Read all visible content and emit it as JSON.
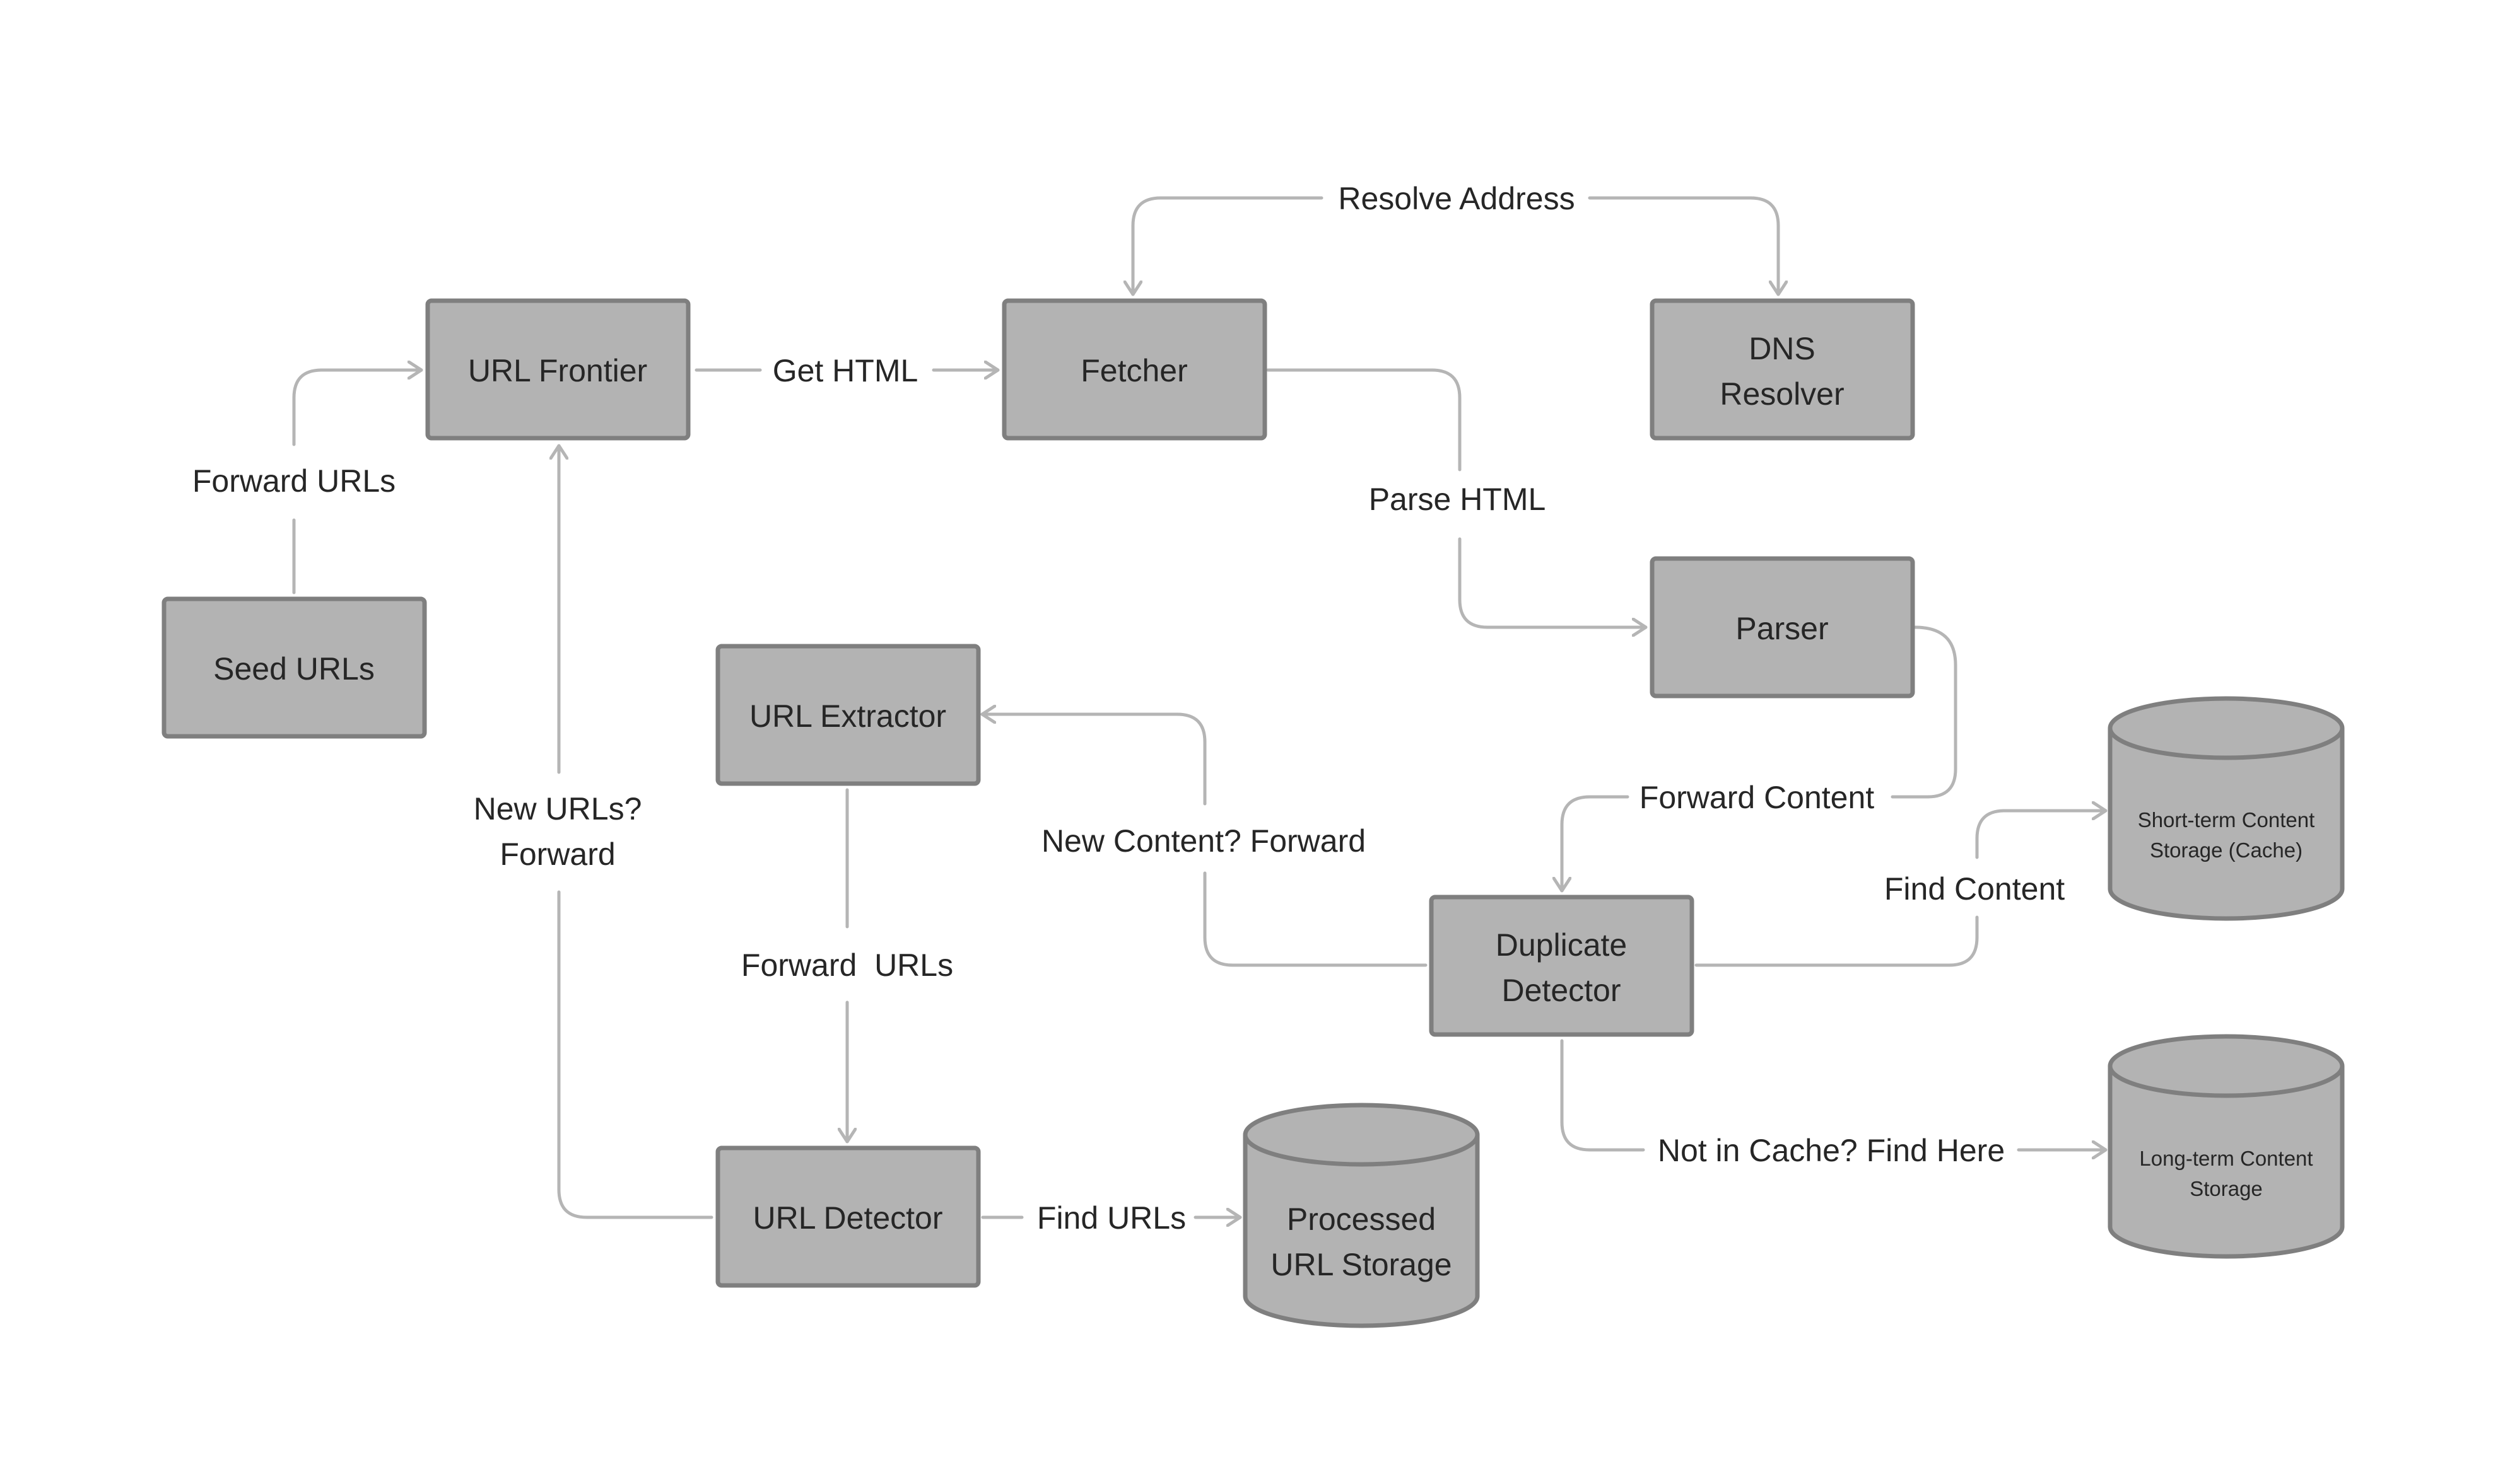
{
  "colors": {
    "node_fill": "#b3b3b3",
    "node_stroke": "#7f7f7f",
    "edge": "#b5b5b5",
    "text": "#262626",
    "background": "#ffffff"
  },
  "nodes": {
    "url_frontier": {
      "label": "URL Frontier"
    },
    "fetcher": {
      "label": "Fetcher"
    },
    "dns_resolver": {
      "line1": "DNS",
      "line2": "Resolver"
    },
    "seed_urls": {
      "label": "Seed URLs"
    },
    "parser": {
      "label": "Parser"
    },
    "url_extractor": {
      "label": "URL Extractor"
    },
    "duplicate_detector": {
      "line1": "Duplicate",
      "line2": "Detector"
    },
    "url_detector": {
      "label": "URL Detector"
    },
    "processed_url_storage": {
      "line1": "Processed",
      "line2": "URL Storage"
    },
    "short_term_storage": {
      "line1": "Short-term Content",
      "line2": "Storage (Cache)"
    },
    "long_term_storage": {
      "line1": "Long-term Content",
      "line2": "Storage"
    }
  },
  "edges": {
    "resolve_address": "Resolve Address",
    "get_html": "Get HTML",
    "forward_urls_seed": "Forward URLs",
    "parse_html": "Parse HTML",
    "new_urls_line1": "New URLs?",
    "new_urls_line2": "Forward",
    "forward_content": "Forward Content",
    "new_content_forward": "New Content? Forward",
    "find_content": "Find Content",
    "forward_urls_extractor": "Forward  URLs",
    "not_in_cache": "Not in Cache? Find Here",
    "find_urls": "Find URLs"
  }
}
